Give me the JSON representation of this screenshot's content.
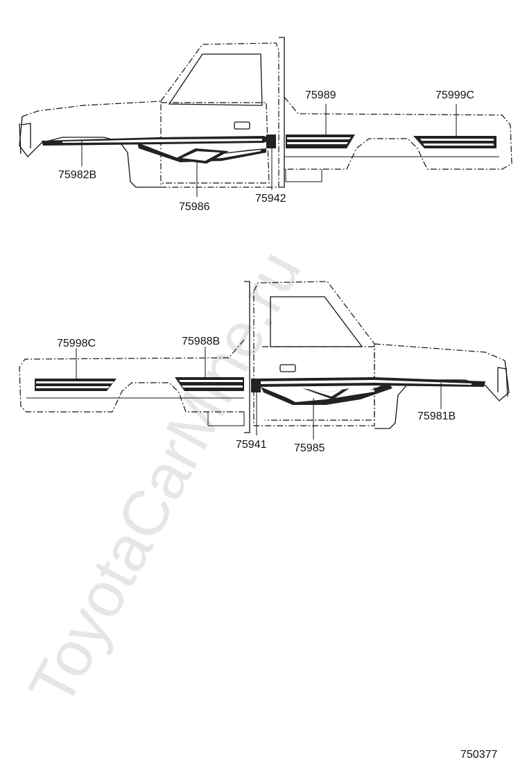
{
  "watermark": "ToyotaCarMine.ru",
  "diagram_code": "750377",
  "top_view": {
    "labels": [
      "75982B",
      "75986",
      "75942",
      "75989",
      "75999C"
    ]
  },
  "bottom_view": {
    "labels": [
      "75998C",
      "75988B",
      "75941",
      "75985",
      "75981B"
    ]
  }
}
